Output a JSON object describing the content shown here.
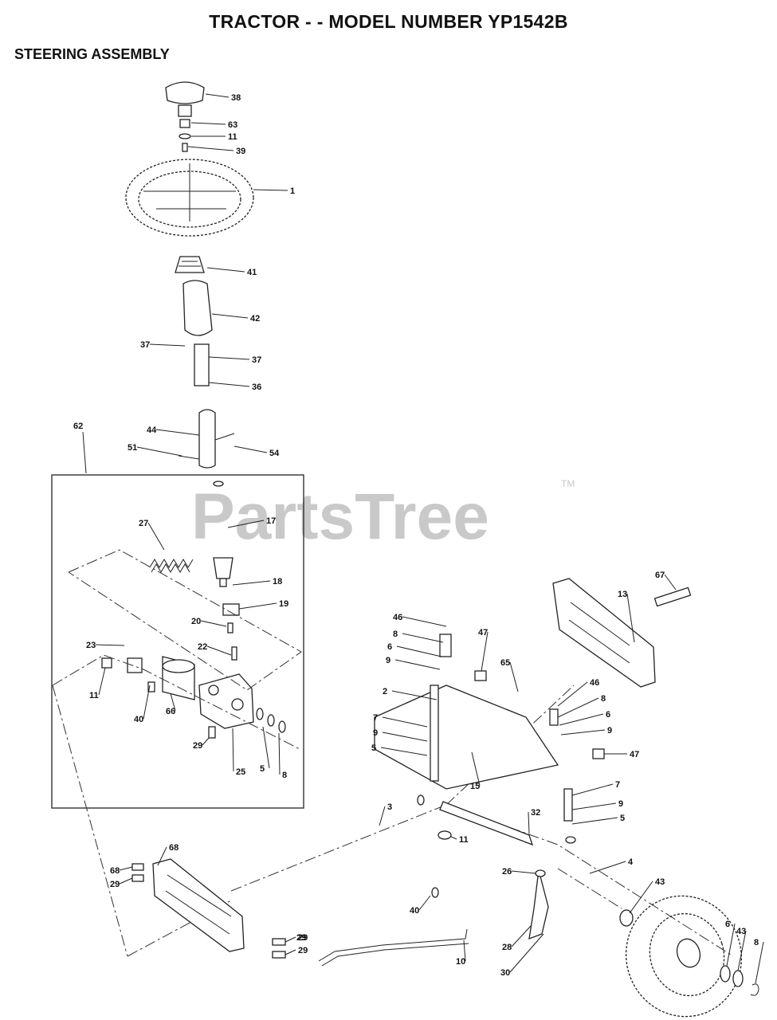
{
  "header": {
    "title": "TRACTOR - - MODEL NUMBER YP1542B",
    "subtitle": "STEERING ASSEMBLY"
  },
  "watermark": {
    "text": "PartsTree",
    "tm": "TM"
  },
  "callouts": [
    "38",
    "63",
    "11",
    "39",
    "1",
    "41",
    "42",
    "37",
    "37",
    "36",
    "62",
    "44",
    "51",
    "54",
    "27",
    "17",
    "18",
    "19",
    "20",
    "22",
    "23",
    "11",
    "40",
    "66",
    "29",
    "25",
    "5",
    "8",
    "68",
    "67",
    "13",
    "46",
    "8",
    "6",
    "9",
    "47",
    "65",
    "2",
    "46",
    "8",
    "6",
    "9",
    "47",
    "7",
    "9",
    "5",
    "15",
    "7",
    "9",
    "5",
    "3",
    "32",
    "11",
    "26",
    "4",
    "43",
    "68",
    "29",
    "29",
    "40",
    "29",
    "29",
    "10",
    "28",
    "30",
    "6",
    "43",
    "8"
  ]
}
